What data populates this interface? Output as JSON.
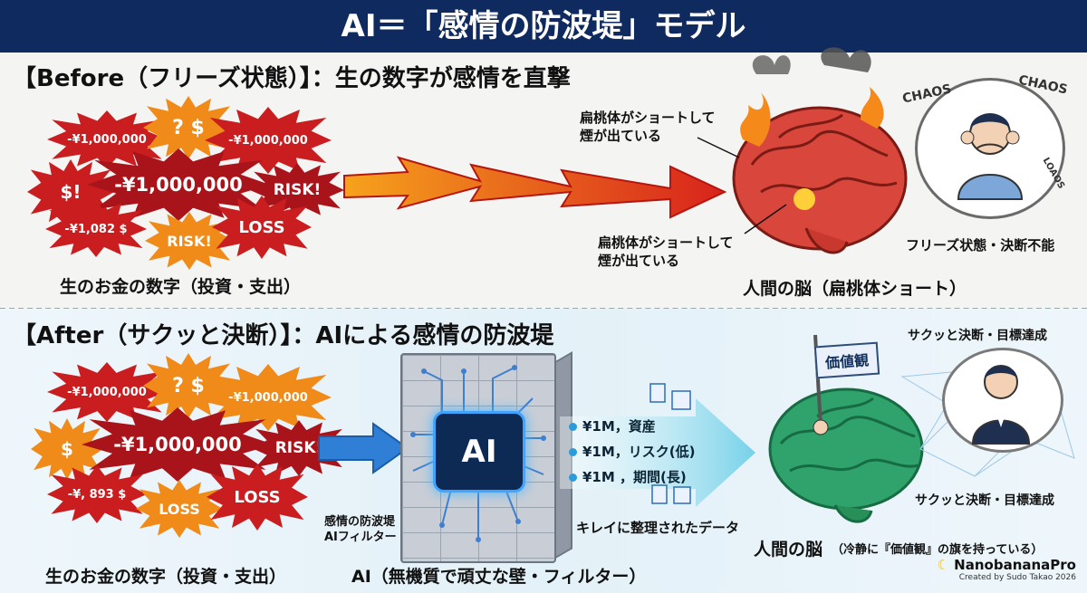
{
  "header": {
    "title": "AI＝「感情の防波堤」モデル"
  },
  "before": {
    "title": "【Before（フリーズ状態）】：生の数字が感情を直撃",
    "bursts": [
      "-¥1,000,000",
      "? $",
      "-¥1,000,000",
      "$!",
      "-¥1,000,000",
      "RISK!",
      "-¥1,082 $",
      "RISK!",
      "LOSS"
    ],
    "money_caption": "生のお金の数字（投資・支出）",
    "amygdala_note_top": "扁桃体がショートして\n煙が出ている",
    "amygdala_note_bottom": "扁桃体がショートして\n煙が出ている",
    "brain_caption": "人間の脳（扁桃体ショート）",
    "freeze_caption": "フリーズ状態・決断不能",
    "chaos_words": [
      "CHAOS",
      "CHAOS",
      "LOAOS"
    ]
  },
  "after": {
    "title": "【After（サクッと決断）】：AIによる感情の防波堤",
    "bursts": [
      "-¥1,000,000",
      "? $",
      "-¥1,000,000",
      "$",
      "-¥1,000,000",
      "RISK!",
      "-¥, 893 $",
      "LOSS",
      "LOSS"
    ],
    "money_caption": "生のお金の数字（投資・支出）",
    "chip_label": "AI",
    "wall_label": "感情の防波堤\nAIフィルター",
    "wall_caption": "AI（無機質で頑丈な壁・フィルター）",
    "data_rows": [
      "¥1M，資産",
      "¥1M，リスク(低)",
      "¥1M ，期間(長)"
    ],
    "data_caption": "キレイに整理されたデータ",
    "flag_text": "価値観",
    "brain_caption_main": "人間の脳",
    "brain_caption_sub": "（冷静に『価値観』の旗を持っている）",
    "goal_top": "サクッと決断・目標達成",
    "goal_bottom": "サクッと決断・目標達成"
  },
  "brand": {
    "name": "NanobananaPro",
    "credit": "Created by Sudo Takao 2026"
  },
  "colors": {
    "header": "#0f2a5e",
    "burst_red": "#c91d20",
    "burst_orange": "#f08a18",
    "arrow_blue": "#2f7fd6",
    "brain_red": "#d9463b",
    "brain_green": "#2fa36b"
  }
}
